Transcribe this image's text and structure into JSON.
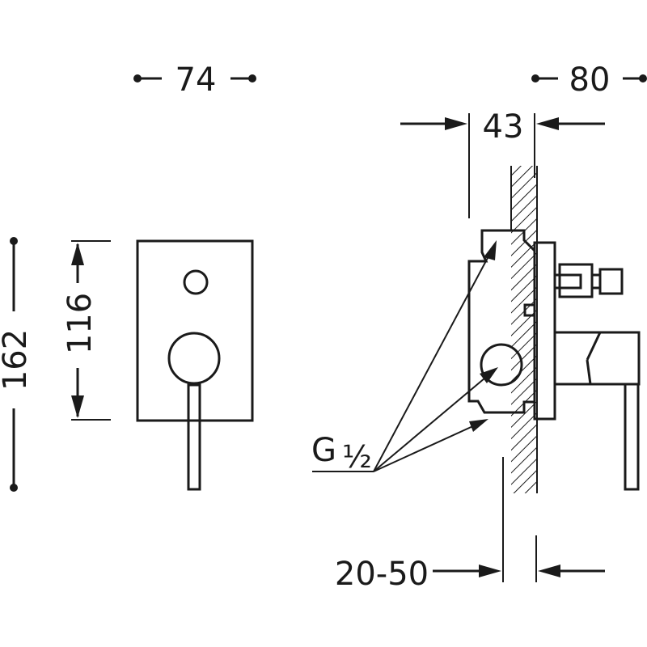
{
  "dimensions": {
    "plate_width": "74",
    "side_depth": "80",
    "body_depth": "43",
    "overall_height": "162",
    "plate_height": "116",
    "wall_range": "20-50"
  },
  "thread": {
    "prefix": "G",
    "size": "½"
  },
  "colors": {
    "line": "#1a1a1a",
    "background": "#ffffff"
  }
}
